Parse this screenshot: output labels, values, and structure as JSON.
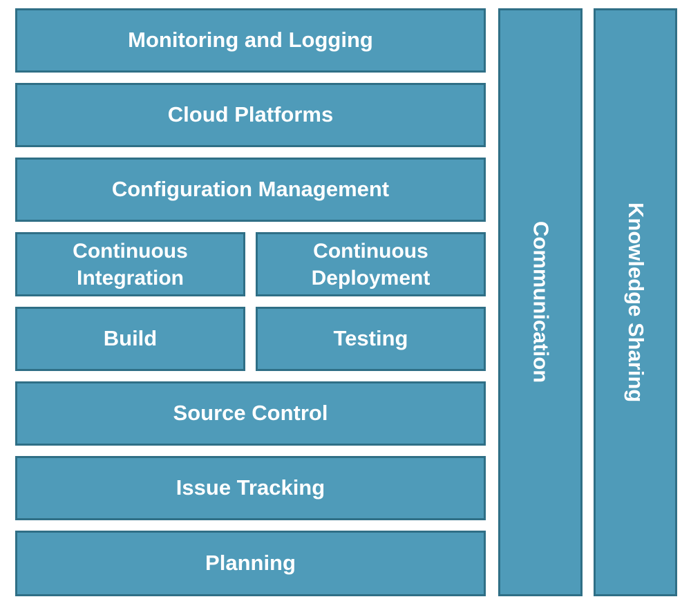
{
  "stack": {
    "monitoring": "Monitoring and Logging",
    "cloud": "Cloud Platforms",
    "config": "Configuration Management",
    "ci_line1": "Continuous",
    "ci_line2": "Integration",
    "cd_line1": "Continuous",
    "cd_line2": "Deployment",
    "build": "Build",
    "testing": "Testing",
    "source_control": "Source Control",
    "issue_tracking": "Issue Tracking",
    "planning": "Planning"
  },
  "pillars": {
    "communication": "Communication",
    "knowledge_sharing": "Knowledge Sharing"
  },
  "colors": {
    "block_fill": "#4f9bb9",
    "block_border": "#2f6f86",
    "text": "#ffffff"
  }
}
